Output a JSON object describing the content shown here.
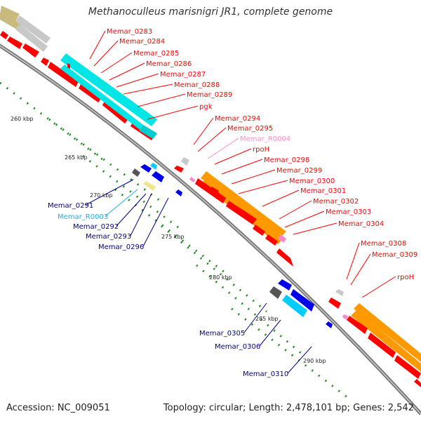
{
  "title": "Methanoculleus marisnigri JR1, complete genome",
  "footer": {
    "accession": "Accession: NC_009051",
    "summary": "Topology: circular; Length: 2,478,101 bp; Genes: 2,542"
  },
  "colors": {
    "cds_forward": "#ff0000",
    "cds_reverse": "#0000ee",
    "rrna_cyan": "#00e5e5",
    "rrna_orange": "#ff9900",
    "pseudo_grey": "#c8c8c8",
    "tick_green": "#228b22",
    "backbone": "#7a7a7a",
    "label_pink": "#ff88cc",
    "label_cyan": "#1ab0e8",
    "label_navy": "#000088"
  },
  "ticks": [
    {
      "label": "260 kbp"
    },
    {
      "label": "265 kbp"
    },
    {
      "label": "270 kbp"
    },
    {
      "label": "275 kbp"
    },
    {
      "label": "280 kbp"
    },
    {
      "label": "285 kbp"
    },
    {
      "label": "290 kbp"
    }
  ],
  "labels_forward": [
    {
      "text": "Memar_0283",
      "color": "red"
    },
    {
      "text": "Memar_0284",
      "color": "red"
    },
    {
      "text": "Memar_0285",
      "color": "red"
    },
    {
      "text": "Memar_0286",
      "color": "red"
    },
    {
      "text": "Memar_0287",
      "color": "red"
    },
    {
      "text": "Memar_0288",
      "color": "red"
    },
    {
      "text": "Memar_0289",
      "color": "red"
    },
    {
      "text": "pgk",
      "color": "red"
    },
    {
      "text": "Memar_0294",
      "color": "red"
    },
    {
      "text": "Memar_0295",
      "color": "red"
    },
    {
      "text": "Memar_R0004",
      "color": "pink"
    },
    {
      "text": "rpoH",
      "color": "red"
    },
    {
      "text": "Memar_0298",
      "color": "red"
    },
    {
      "text": "Memar_0299",
      "color": "red"
    },
    {
      "text": "Memar_0300",
      "color": "red"
    },
    {
      "text": "Memar_0301",
      "color": "red"
    },
    {
      "text": "Memar_0302",
      "color": "red"
    },
    {
      "text": "Memar_0303",
      "color": "red"
    },
    {
      "text": "Memar_0304",
      "color": "red"
    },
    {
      "text": "Memar_0308",
      "color": "red"
    },
    {
      "text": "Memar_0309",
      "color": "red"
    },
    {
      "text": "rpoH",
      "color": "red"
    }
  ],
  "labels_reverse": [
    {
      "text": "Memar_0291",
      "color": "navy"
    },
    {
      "text": "Memar_R0003",
      "color": "cyan"
    },
    {
      "text": "Memar_0292",
      "color": "navy"
    },
    {
      "text": "Memar_0293",
      "color": "navy"
    },
    {
      "text": "Memar_0296",
      "color": "navy"
    },
    {
      "text": "Memar_0305",
      "color": "navy"
    },
    {
      "text": "Memar_0306",
      "color": "navy"
    },
    {
      "text": "Memar_0310",
      "color": "navy"
    }
  ]
}
